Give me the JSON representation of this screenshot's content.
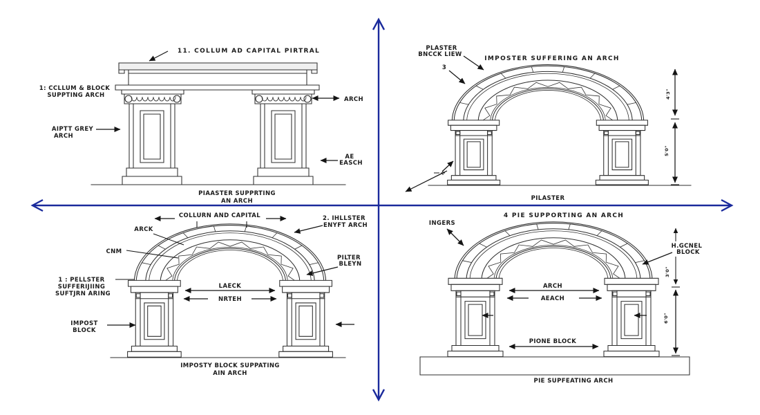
{
  "palette": {
    "axis_blue": "#1a2a9c",
    "ink": "#2e2e2e",
    "text": "#1b1b1b"
  },
  "q1": {
    "heading": "11. COLLUM AD CAPITAL PIRTRAL",
    "block_label_1": "1: CCLLUM & BLOCK",
    "block_label_2": "SUPPTING ARCH",
    "grey_label_1": "AIPTT GREY",
    "grey_label_2": "ARCH",
    "arch_label": "ARCH",
    "ae_label_1": "AE",
    "ae_label_2": "EASCH",
    "caption_1": "PIAASTER SUPPRTING",
    "caption_2": "AN ARCH"
  },
  "q2": {
    "plaster_label_1": "PLASTER",
    "plaster_label_2": "BNCCK LIEW",
    "num_label": "3",
    "title": "IMPOSTER SUFFERING AN ARCH",
    "caption": "PILASTER",
    "dim_upper": "4'3\"",
    "dim_lower": "5'0\""
  },
  "q3": {
    "span_label": "COLLURN AND CAPITAL",
    "arck_label": "ARCK",
    "cnm_label": "CNM",
    "pillster_label_1": "2. IHLLSTER",
    "pillster_label_2": "ENYFT ARCH",
    "pilter_label_1": "PILTER",
    "pilter_label_2": "BLEYN",
    "pellster_label_1": "1 : PELLSTER",
    "pellster_label_2": "SUFFERIJIING",
    "pellster_label_3": "SUFTJRN ARING",
    "span_dim_1": "LAECK",
    "span_dim_2": "NRTEH",
    "impost_label_1": "IMPOST",
    "impost_label_2": "BLOCK",
    "caption_1": "IMPOSTY BLOCK SUPPATING",
    "caption_2": "AIN ARCH"
  },
  "q4": {
    "title": "4 PIE SUPPORTING AN ARCH",
    "ingers_label": "INGERS",
    "gcnel_label_1": "H.GCNEL",
    "gcnel_label_2": "BLOCK",
    "span_dim_1": "ARCH",
    "span_dim_2": "AEACH",
    "stone_label": "PIONE BLOCK",
    "caption": "PIE SUPFEATING ARCH",
    "dim_upper": "3'0\"",
    "dim_lower": "6'0\""
  }
}
